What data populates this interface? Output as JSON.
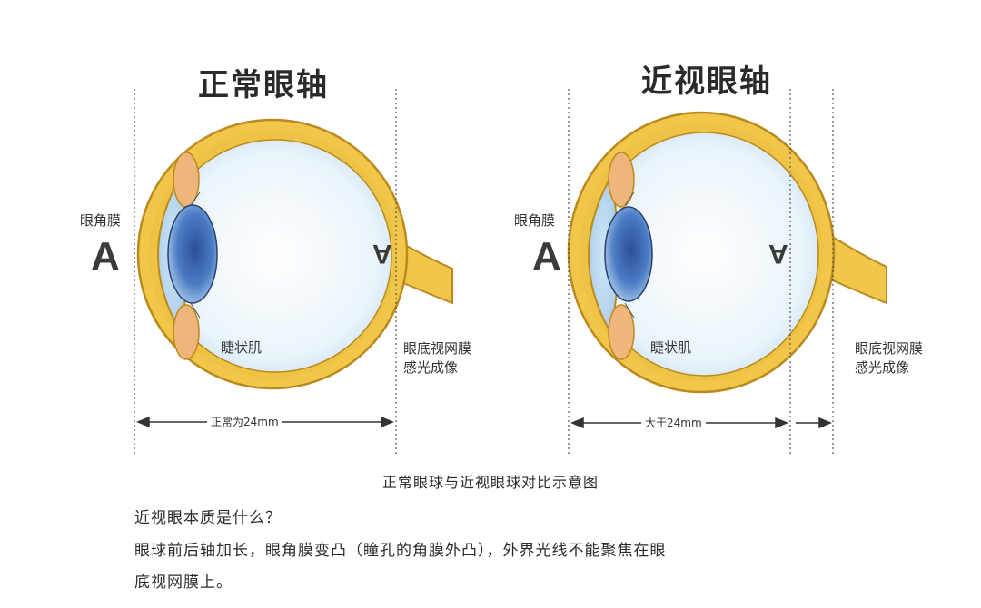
{
  "left": {
    "title": "正常眼轴",
    "cornea_label": "眼角膜",
    "object_letter": "A",
    "image_letter": "A",
    "ciliary_label": "睫状肌",
    "retina_label_line1": "眼底视网膜",
    "retina_label_line2": "感光成像",
    "measure_label": "正常为24mm"
  },
  "right": {
    "title": "近视眼轴",
    "cornea_label": "眼角膜",
    "object_letter": "A",
    "image_letter": "A",
    "ciliary_label": "睫状肌",
    "retina_label_line1": "眼底视网膜",
    "retina_label_line2": "感光成像",
    "measure_label": "大于24mm"
  },
  "caption": "正常眼球与近视眼球对比示意图",
  "question": "近视眼本质是什么？",
  "answer_line1": "眼球前后轴加长，眼角膜变凸（瞳孔的角膜外凸），外界光线不能聚焦在眼",
  "answer_line2": "底视网膜上。",
  "colors": {
    "sclera": "#f2c64a",
    "sclera_outline": "#b98a1e",
    "vitreous": "#eef6fb",
    "lens": "#3f6fb5",
    "ciliary": "#f0b57a"
  }
}
